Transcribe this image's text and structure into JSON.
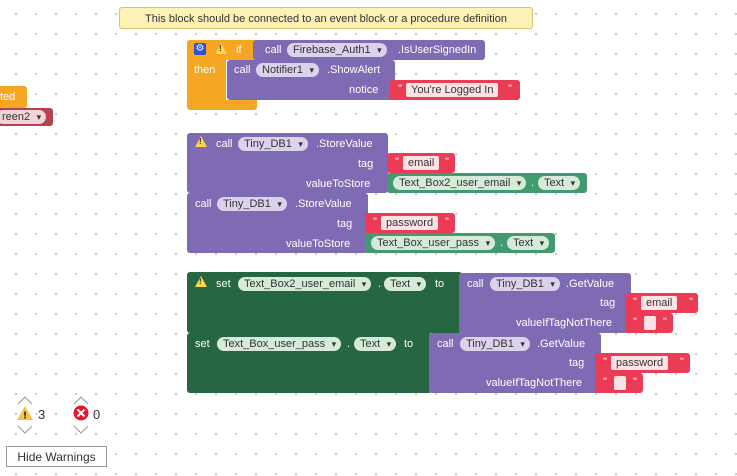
{
  "tooltip": {
    "text": "This block should be connected to an event block or a procedure definition"
  },
  "left_partial": {
    "event_label": "ted",
    "screen_dropdown": "reen2"
  },
  "if_block": {
    "if_label": "if",
    "then_label": "then",
    "call_label": "call",
    "component": "Firebase_Auth1",
    "method": ".IsUserSignedIn",
    "notifier_call": "call",
    "notifier_component": "Notifier1",
    "notifier_method": ".ShowAlert",
    "notice_label": "notice",
    "notice_value": "You're Logged In"
  },
  "store_block": {
    "call_label": "call",
    "component": "Tiny_DB1",
    "method": ".StoreValue",
    "tag_label": "tag",
    "tag_value": "email",
    "value_label": "valueToStore",
    "value_component": "Text_Box2_user_email",
    "value_property": "Text",
    "call2_label": "call",
    "component2": "Tiny_DB1",
    "method2": ".StoreValue",
    "tag2_label": "tag",
    "tag2_value": "password",
    "value2_label": "valueToStore",
    "value2_component": "Text_Box_user_pass",
    "value2_property": "Text"
  },
  "set_block": {
    "set_label": "set",
    "target": "Text_Box2_user_email",
    "property": "Text",
    "to_label": "to",
    "call_label": "call",
    "component": "Tiny_DB1",
    "method": ".GetValue",
    "tag_label": "tag",
    "tag_value": "email",
    "default_label": "valueIfTagNotThere",
    "default_value": "",
    "set2_label": "set",
    "target2": "Text_Box_user_pass",
    "property2": "Text",
    "to2_label": "to",
    "call2_label": "call",
    "component2": "Tiny_DB1",
    "method2": ".GetValue",
    "tag2_label": "tag",
    "tag2_value": "password",
    "default2_label": "valueIfTagNotThere",
    "default2_value": ""
  },
  "indicators": {
    "warnings_count": "3",
    "errors_count": "0",
    "hide_warnings_label": "Hide Warnings"
  },
  "colors": {
    "control": "#f5a623",
    "component_call": "#7e6bb3",
    "component_set": "#266643",
    "text": "#ec3b55",
    "getter": "#439970",
    "event": "#f5a623"
  }
}
